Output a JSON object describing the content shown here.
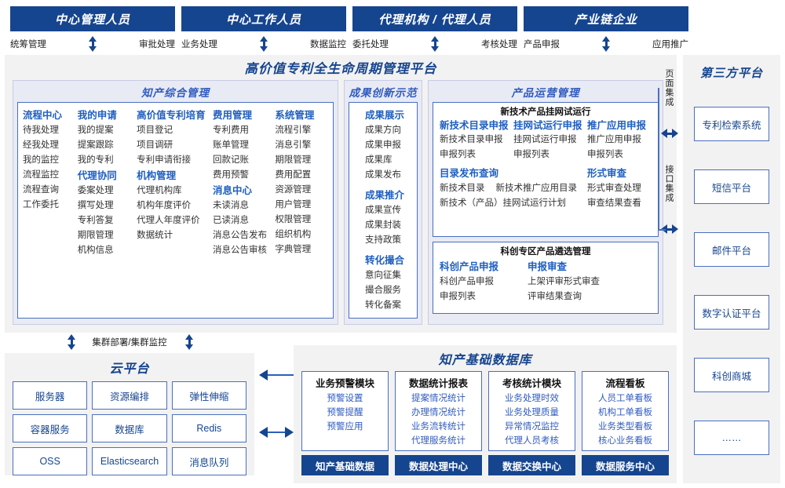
{
  "actors": [
    {
      "title": "中心管理人员",
      "left": "统筹管理",
      "right": "审批处理"
    },
    {
      "title": "中心工作人员",
      "left": "业务处理",
      "right": "数据监控"
    },
    {
      "title": "代理机构 / 代理人员",
      "left": "委托处理",
      "right": "考核处理"
    },
    {
      "title": "产业链企业",
      "left": "产品申报",
      "right": "应用推广"
    }
  ],
  "platform": {
    "title": "高价值专利全生命周期管理平台",
    "sections": {
      "ip_mgmt": {
        "title": "知产综合管理",
        "columns": [
          {
            "blocks": [
              {
                "head": "流程中心",
                "items": [
                  "待我处理",
                  "经我处理",
                  "我的监控",
                  "流程监控",
                  "流程查询",
                  "工作委托"
                ]
              }
            ]
          },
          {
            "blocks": [
              {
                "head": "我的申请",
                "items": [
                  "我的提案",
                  "提案跟踪",
                  "我的专利"
                ]
              },
              {
                "head": "代理协同",
                "items": [
                  "委案处理",
                  "撰写处理",
                  "专利答复",
                  "期限管理",
                  "机构信息"
                ]
              }
            ]
          },
          {
            "blocks": [
              {
                "head": "高价值专利培育",
                "items": [
                  "项目登记",
                  "项目调研",
                  "专利申请衔接"
                ]
              },
              {
                "head": "机构管理",
                "items": [
                  "代理机构库",
                  "机构年度评价",
                  "代理人年度评价",
                  "数据统计"
                ]
              }
            ]
          },
          {
            "blocks": [
              {
                "head": "费用管理",
                "items": [
                  "专利费用",
                  "账单管理",
                  "回款记账",
                  "费用预警"
                ]
              },
              {
                "head": "消息中心",
                "items": [
                  "未读消息",
                  "已读消息",
                  "消息公告发布",
                  "消息公告审核"
                ]
              }
            ]
          },
          {
            "blocks": [
              {
                "head": "系统管理",
                "items": [
                  "流程引擎",
                  "消息引擎",
                  "期限管理",
                  "费用配置",
                  "资源管理",
                  "用户管理",
                  "权限管理",
                  "组织机构",
                  "字典管理"
                ]
              }
            ]
          }
        ]
      },
      "innovation": {
        "title": "成果创新示范",
        "blocks": [
          {
            "head": "成果展示",
            "items": [
              "成果方向",
              "成果申报",
              "成果库",
              "成果发布"
            ]
          },
          {
            "head": "成果推介",
            "items": [
              "成果宣传",
              "成果封装",
              "支持政策"
            ]
          },
          {
            "head": "转化撮合",
            "items": [
              "意向征集",
              "撮合服务",
              "转化备案"
            ]
          }
        ]
      },
      "product_ops": {
        "title": "产品运营管理",
        "box1": {
          "title": "新技术产品挂网试运行",
          "row1": [
            {
              "head": "新技术目录申报",
              "items": [
                "新技术目录申报",
                "申报列表"
              ]
            },
            {
              "head": "挂网试运行申报",
              "items": [
                "挂网试运行申报",
                "申报列表"
              ]
            },
            {
              "head": "推广应用申报",
              "items": [
                "推广应用申报",
                "申报列表"
              ]
            }
          ],
          "row2_left_head": "目录发布查询",
          "row2_left_items": [
            "新技术目录",
            "新技术推广应用目录",
            "新技术（产品）挂网试运行计划"
          ],
          "row2_right_head": "形式审查",
          "row2_right_items": [
            "形式审查处理",
            "审查结果查看"
          ]
        },
        "box2": {
          "title": "科创专区产品遴选管理",
          "cols": [
            {
              "head": "科创产品申报",
              "items": [
                "科创产品申报",
                "申报列表"
              ]
            },
            {
              "head": "申报审查",
              "items": [
                "上架评审形式审查",
                "评审结果查询"
              ]
            }
          ]
        }
      }
    }
  },
  "integration": {
    "page_label": "页面集成",
    "api_label": "接口集成"
  },
  "third_party": {
    "title": "第三方平台",
    "items": [
      "专利检索系统",
      "短信平台",
      "邮件平台",
      "数字认证平台",
      "科创商城",
      "……"
    ]
  },
  "cloud": {
    "cluster_label": "集群部署/集群监控",
    "title": "云平台",
    "cells": [
      "服务器",
      "资源编排",
      "弹性伸缩",
      "容器服务",
      "数据库",
      "Redis",
      "OSS",
      "Elasticsearch",
      "消息队列"
    ]
  },
  "database": {
    "title": "知产基础数据库",
    "columns": [
      {
        "head": "业务预警模块",
        "items": [
          "预警设置",
          "预警提醒",
          "预警应用"
        ]
      },
      {
        "head": "数据统计报表",
        "items": [
          "提案情况统计",
          "办理情况统计",
          "业务流转统计",
          "代理服务统计"
        ]
      },
      {
        "head": "考核统计模块",
        "items": [
          "业务处理时效",
          "业务处理质量",
          "异常情况监控",
          "代理人员考核"
        ]
      },
      {
        "head": "流程看板",
        "items": [
          "人员工单看板",
          "机构工单看板",
          "业务类型看板",
          "核心业务看板"
        ]
      }
    ],
    "bars": [
      "知产基础数据",
      "数据处理中心",
      "数据交换中心",
      "数据服务中心"
    ]
  },
  "colors": {
    "brand": "#16458f",
    "accent": "#2f5bbf",
    "panel": "#f2f2f2",
    "section": "#e8eaf4"
  }
}
